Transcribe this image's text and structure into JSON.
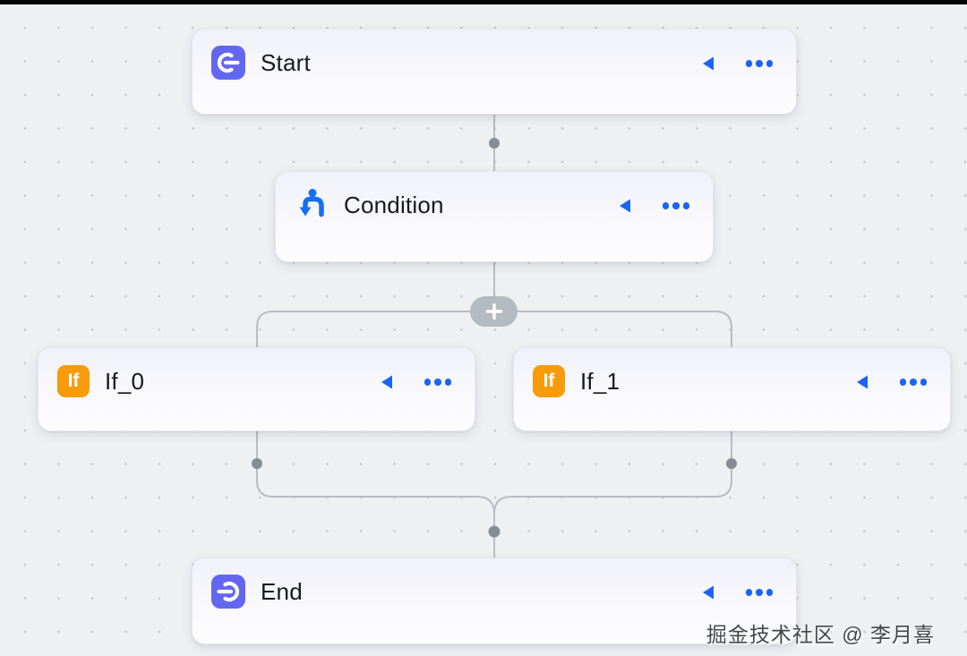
{
  "canvas": {
    "background_color": "#eef0f2",
    "grid_dot_color": "#c6c8cc",
    "edge_color": "#b9bdc2",
    "edge_dot_color": "#868c94"
  },
  "nodes": {
    "start": {
      "title": "Start",
      "icon": "start-icon",
      "icon_bg": "#6366f1"
    },
    "condition": {
      "title": "Condition",
      "icon": "branch-split-icon",
      "icon_color": "#1570ef"
    },
    "if_0": {
      "title": "If_0",
      "badge": "If",
      "icon_bg": "#f79b0b"
    },
    "if_1": {
      "title": "If_1",
      "badge": "If",
      "icon_bg": "#f79b0b"
    },
    "end": {
      "title": "End",
      "icon": "end-icon",
      "icon_bg": "#6366f1"
    }
  },
  "node_actions": {
    "collapse_icon": "triangle-left-icon",
    "more_icon": "ellipsis-icon",
    "accent_color": "#1c64f2"
  },
  "plus_button": {
    "icon": "plus-icon",
    "bg": "#b4bac1"
  },
  "watermark": {
    "text": "掘金技术社区 @ 李月喜"
  }
}
